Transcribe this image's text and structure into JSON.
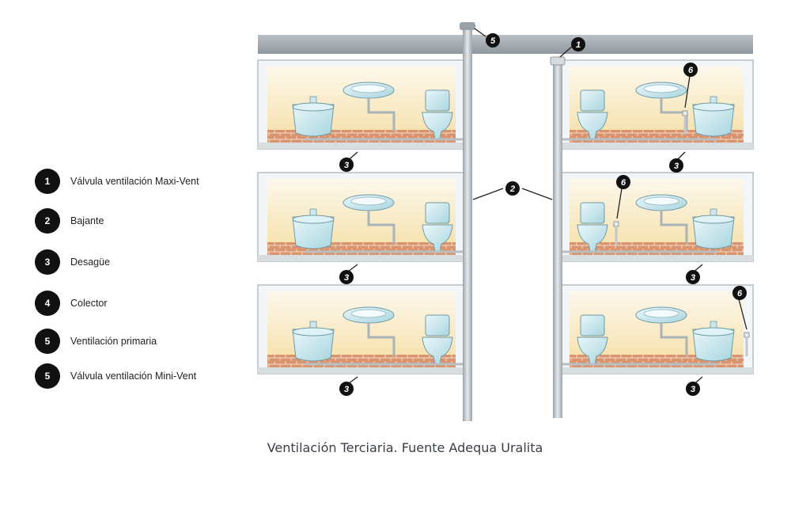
{
  "legend": {
    "items": [
      {
        "number": "1",
        "label": "Válvula ventilación Maxi-Vent"
      },
      {
        "number": "2",
        "label": "Bajante"
      },
      {
        "number": "3",
        "label": "Desagüe"
      },
      {
        "number": "4",
        "label": "Colector"
      },
      {
        "number": "5",
        "label": "Ventilación primaria"
      },
      {
        "number": "5",
        "label": "Válvula ventilación Mini-Vent"
      }
    ]
  },
  "callouts": {
    "c1": "1",
    "c2": "2",
    "c3": "3",
    "c5": "5",
    "c6": "6"
  },
  "caption": "Ventilación Terciaria. Fuente Adequa Uralita",
  "colors": {
    "badge": "#111111",
    "pipe": "#c9cfd3",
    "wall_warm": "#f6e2ae",
    "brick": "#d99a76",
    "fixture": "#bfe3ea"
  }
}
